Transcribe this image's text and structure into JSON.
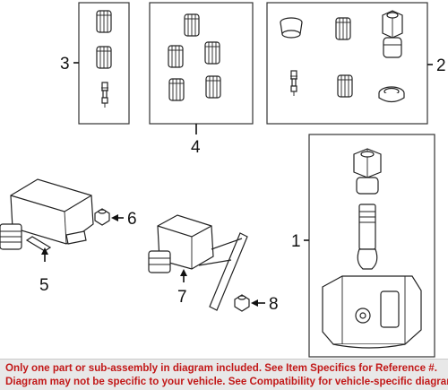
{
  "callouts": {
    "c1": "1",
    "c2": "2",
    "c3": "3",
    "c4": "4",
    "c5": "5",
    "c6": "6",
    "c7": "7",
    "c8": "8"
  },
  "disclaimer": {
    "line1": "Only one part or sub-assembly in diagram included. See Item Specifics for Reference #.",
    "line2": "Diagram may not be specific to your vehicle. See Compatibility for vehicle-specific diagrams."
  },
  "colors": {
    "disclaimer_text": "#c21818",
    "disclaimer_bg": "#e8e8e8",
    "line_art": "#222222"
  }
}
